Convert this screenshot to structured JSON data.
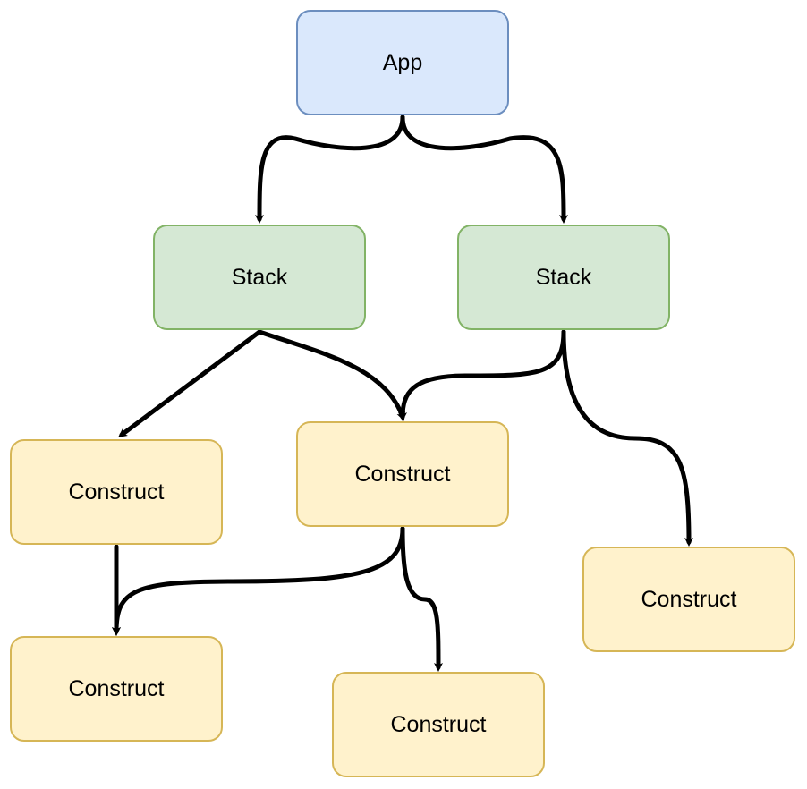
{
  "colors": {
    "app_fill": "#dae8fc",
    "app_stroke": "#6c8ebf",
    "stack_fill": "#d5e8d4",
    "stack_stroke": "#82b366",
    "construct_fill": "#fff2cc",
    "construct_stroke": "#d6b656",
    "edge": "#000000"
  },
  "nodes": {
    "app": {
      "label": "App"
    },
    "stack_left": {
      "label": "Stack"
    },
    "stack_right": {
      "label": "Stack"
    },
    "construct_left": {
      "label": "Construct"
    },
    "construct_center": {
      "label": "Construct"
    },
    "construct_right": {
      "label": "Construct"
    },
    "construct_bottom_left": {
      "label": "Construct"
    },
    "construct_bottom_center": {
      "label": "Construct"
    }
  },
  "edges": [
    {
      "from": "app",
      "to": "stack_left"
    },
    {
      "from": "app",
      "to": "stack_right"
    },
    {
      "from": "stack_left",
      "to": "construct_left"
    },
    {
      "from": "stack_left",
      "to": "construct_center"
    },
    {
      "from": "stack_right",
      "to": "construct_center"
    },
    {
      "from": "stack_right",
      "to": "construct_right"
    },
    {
      "from": "construct_left",
      "to": "construct_bottom_left"
    },
    {
      "from": "construct_center",
      "to": "construct_bottom_left"
    },
    {
      "from": "construct_center",
      "to": "construct_bottom_center"
    }
  ]
}
